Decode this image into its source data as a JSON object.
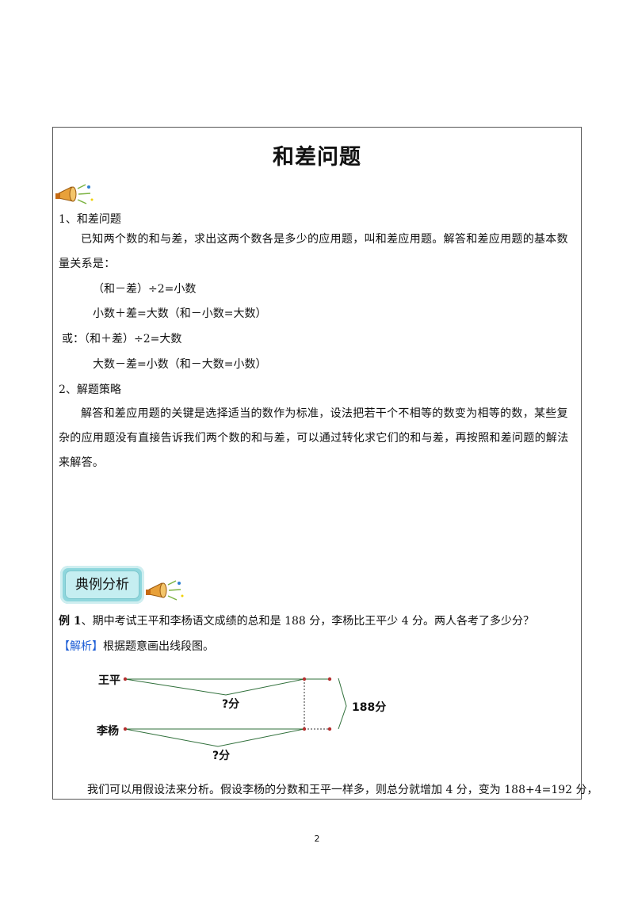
{
  "title": "和差问题",
  "section1": {
    "heading": "1、和差问题",
    "para": "已知两个数的和与差，求出这两个数各是多少的应用题，叫和差应用题。解答和差应用题的基本数量关系是：",
    "formula1": "（和－差）÷2=小数",
    "formula2": "小数＋差=大数（和－小数=大数）",
    "formula3": "或：（和＋差）÷2=大数",
    "formula4": "大数－差=小数（和－大数=小数）"
  },
  "section2": {
    "heading": "2、解题策略",
    "para": "解答和差应用题的关键是选择适当的数作为标准，设法把若干个不相等的数变为相等的数，某些复杂的应用题没有直接告诉我们两个数的和与差，可以通过转化求它们的和与差，再按照和差问题的解法来解答。"
  },
  "badge": "典例分析",
  "example1": {
    "label": "例 1",
    "text": "、期中考试王平和李杨语文成绩的总和是 188 分，李杨比王平少 4 分。两人各考了多少分？",
    "analysis_tag": "【解析】",
    "analysis_text": "根据题意画出线段图。",
    "diagram": {
      "name_top": "王平",
      "name_bottom": "李杨",
      "unknown_top": "?分",
      "unknown_bottom": "?分",
      "total": "188分"
    },
    "continuation": "我们可以用假设法来分析。假设李杨的分数和王平一样多，则总分就增加 4 分，变为 188+4=192 分，"
  },
  "page_number": "2",
  "colors": {
    "badge": "#8fd7dd",
    "analysis": "#1f5fd6",
    "diagram_line": "#2f6f3a",
    "dot": "#b33030"
  }
}
